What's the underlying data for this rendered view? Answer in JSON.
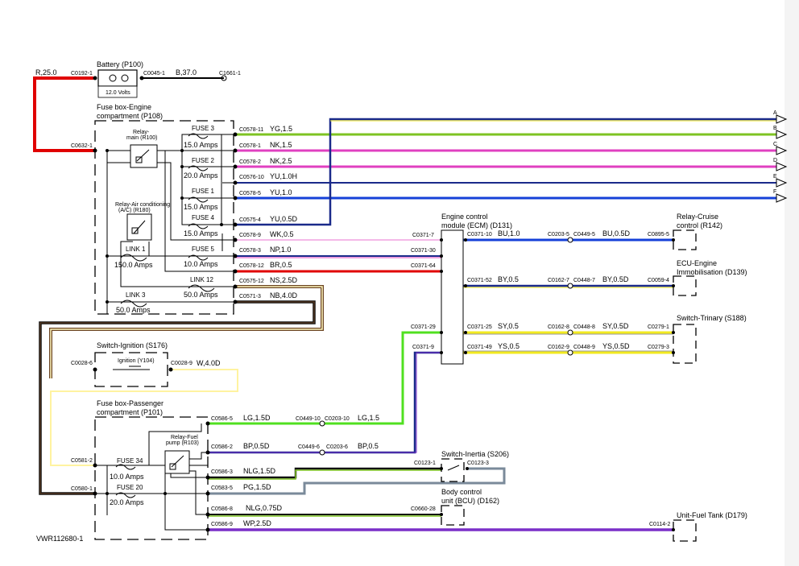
{
  "colors": {
    "red": "#e00000",
    "brown": "#6b4423",
    "black": "#000000",
    "yellow": "#f2ea20",
    "green": "#7ec322",
    "navy": "#1a2a8a",
    "pink": "#e040c0",
    "blue": "#1540d8",
    "purple": "#7a2fc8",
    "lime": "#50e020",
    "grey": "#7a7a7a",
    "pale_pink": "#f0a0e0",
    "pale_yellow": "#fff8c0"
  },
  "diagram_id": "VWR112680-1",
  "battery": {
    "title": "Battery (P100)",
    "voltage": "12.0 Volts",
    "left_conn": "C0192-1",
    "right_conn": "C0045-1",
    "in_wire": "R,25.0",
    "out_wire": "B,37.0",
    "end_conn": "C1661-1"
  },
  "fusebox_engine": {
    "title_1": "Fuse box-Engine",
    "title_2": "compartment (P108)",
    "in_conn": "C0632-1",
    "relay_main_1": "Relay-",
    "relay_main_2": "main (R100)",
    "relay_ac": "Relay-Air conditioning",
    "relay_ac_2": "(A/C) (R180)",
    "fuses": [
      {
        "name": "FUSE 3",
        "amps": "15.0 Amps"
      },
      {
        "name": "FUSE 2",
        "amps": "20.0 Amps"
      },
      {
        "name": "FUSE 1",
        "amps": "15.0 Amps"
      },
      {
        "name": "FUSE 4",
        "amps": "15.0 Amps"
      },
      {
        "name": "FUSE 5",
        "amps": "10.0 Amps"
      }
    ],
    "links": [
      {
        "name": "LINK 1",
        "amps": "150.0 Amps"
      },
      {
        "name": "LINK 12",
        "amps": "50.0 Amps"
      },
      {
        "name": "LINK 3",
        "amps": "50.0 Amps"
      }
    ]
  },
  "engine_outputs": [
    {
      "conn": "C0578-11",
      "wire": "YG,1.5"
    },
    {
      "conn": "C0578-1",
      "wire": "NK,1.5"
    },
    {
      "conn": "C0578-2",
      "wire": "NK,2.5"
    },
    {
      "conn": "C0576-10",
      "wire": "YU,1.0H"
    },
    {
      "conn": "C0578-5",
      "wire": "YU,1.0"
    },
    {
      "conn": "C0575-4",
      "wire": "YU,0.5D"
    },
    {
      "conn": "C0578-9",
      "wire": "WK,0.5"
    },
    {
      "conn": "C0578-3",
      "wire": "NP,1.0"
    },
    {
      "conn": "C0578-12",
      "wire": "BR,0.5"
    },
    {
      "conn": "C0575-12",
      "wire": "NS,2.5D"
    },
    {
      "conn": "C0571-3",
      "wire": "NB,4.0D"
    }
  ],
  "arrows": [
    "A",
    "B",
    "C",
    "D",
    "E",
    "F"
  ],
  "ecm": {
    "title_1": "Engine control",
    "title_2": "module (ECM) (D131)",
    "in_conns": [
      "C0371-7",
      "C0371-30",
      "C0371-64",
      "C0371-29",
      "C0371-9"
    ],
    "outputs": [
      {
        "conn": "C0371-10",
        "wire": "BU,1.0",
        "mid_a": "C0203-5",
        "mid_b": "C0449-5",
        "wire2": "BU,0.5D",
        "end": "C0895-5"
      },
      {
        "conn": "C0371-52",
        "wire": "BY,0.5",
        "mid_a": "C0162-7",
        "mid_b": "C0448-7",
        "wire2": "BY,0.5D",
        "end": "C0059-4"
      },
      {
        "conn": "C0371-25",
        "wire": "SY,0.5",
        "mid_a": "C0162-8",
        "mid_b": "C0448-8",
        "wire2": "SY,0.5D",
        "end": "C0279-1"
      },
      {
        "conn": "C0371-49",
        "wire": "YS,0.5",
        "mid_a": "C0162-9",
        "mid_b": "C0448-9",
        "wire2": "YS,0.5D",
        "end": "C0279-3"
      }
    ]
  },
  "right_components": {
    "cruise_1": "Relay-Cruise",
    "cruise_2": "control (R142)",
    "immob_1": "ECU-Engine",
    "immob_2": "Immobilisation (D139)",
    "trinary": "Switch-Trinary (S188)"
  },
  "ignition": {
    "title": "Switch-Ignition (S176)",
    "inner": "Ignition (Y104)",
    "left_conn": "C0028-6",
    "right_conn": "C0028-9",
    "wire": "W,4.0D"
  },
  "fusebox_passenger": {
    "title_1": "Fuse box-Passenger",
    "title_2": "compartment (P101)",
    "relay_1": "Relay-Fuel",
    "relay_2": "pump (R103)",
    "conn_a": "C0581-2",
    "conn_b": "C0580-1",
    "fuse34": "FUSE 34",
    "fuse34_amps": "10.0 Amps",
    "fuse20": "FUSE 20",
    "fuse20_amps": "20.0 Amps"
  },
  "passenger_outputs": [
    {
      "conn": "C0586-5",
      "wire": "LG,1.5D",
      "mid_a": "C0449-10",
      "mid_b": "C0203-10",
      "wire2": "LG,1.5"
    },
    {
      "conn": "C0586-2",
      "wire": "BP,0.5D",
      "mid_a": "C0449-6",
      "mid_b": "C0203-6",
      "wire2": "BP,0.5"
    },
    {
      "conn": "C0586-3",
      "wire": "NLG,1.5D"
    },
    {
      "conn": "C0583-5",
      "wire": "PG,1.5D"
    },
    {
      "conn": "C0586-8",
      "wire": "NLG,0.75D"
    },
    {
      "conn": "C0586-9",
      "wire": "WP,2.5D"
    }
  ],
  "inertia": {
    "title": "Switch-Inertia (S206)",
    "conn_a": "C0123-1",
    "conn_b": "C0123-3"
  },
  "bcu": {
    "title_1": "Body control",
    "title_2": "unit (BCU) (D162)",
    "conn": "C0660-28"
  },
  "fuel_tank": {
    "title": "Unit-Fuel Tank (D179)",
    "conn": "C0114-2"
  }
}
